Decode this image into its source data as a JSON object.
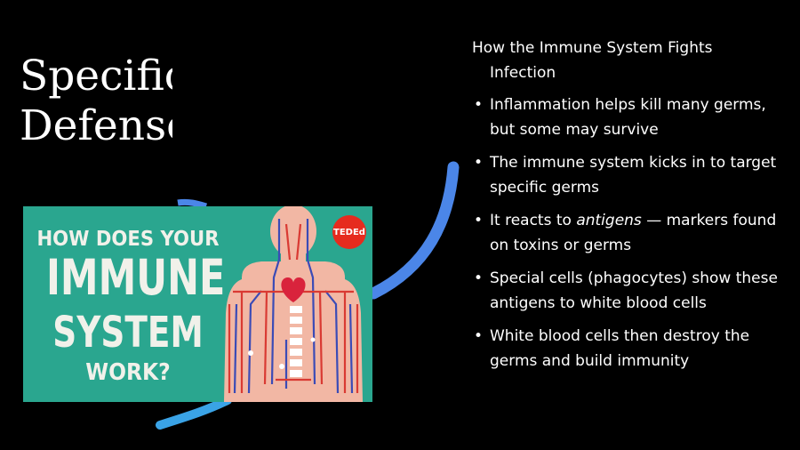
{
  "slide": {
    "title_line1": "Specific",
    "title_line2": "Defense",
    "heading": "How the Immune System Fights Infection",
    "bullets": [
      {
        "text": "Inflammation helps kill many germs, but some may survive"
      },
      {
        "text": "The immune system kicks in to target specific germs"
      },
      {
        "before": "It reacts to ",
        "emph": "antigens",
        "after": " — markers found on toxins or germs"
      },
      {
        "text": "Special cells (phagocytes) show these antigens to white blood cells"
      },
      {
        "text": "White blood cells then destroy the germs and build immunity"
      }
    ],
    "bullet_char": "•"
  },
  "thumbnail": {
    "line1": "HOW DOES YOUR",
    "line2": "IMMUNE",
    "line3": "SYSTEM",
    "line4": "WORK?",
    "badge": "TEDEd",
    "background": "#2aa68f"
  },
  "colors": {
    "background": "#000000",
    "text": "#ffffff",
    "arc": "#4b86e8",
    "thumbnail_bg": "#2aa68f",
    "body_figure": "#f2b7a4",
    "heart": "#d9233c",
    "arteries": "#d93a33",
    "veins": "#3b4bb6"
  }
}
